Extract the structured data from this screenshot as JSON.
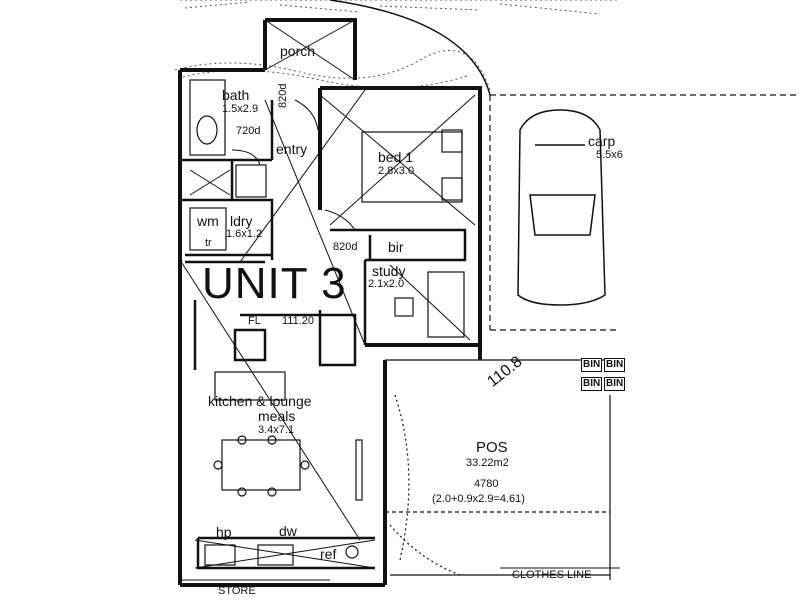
{
  "plan": {
    "unit_title": "UNIT 3",
    "rooms": {
      "porch": "porch",
      "bath": "bath",
      "bath_size": "1.5x2.9",
      "entry": "entry",
      "bed1": "bed 1",
      "bed1_size": "2.8x3.0",
      "wm": "wm",
      "ldry": "ldry",
      "ldry_size": "1.6x1.2",
      "tr": "tr",
      "bir": "bir",
      "study": "study",
      "study_size": "2.1x2.0",
      "kitchen": "kitchen & lounge",
      "meals": "meals",
      "kitchen_size": "3.4x7.1",
      "hp": "hp",
      "dw": "dw",
      "ref": "ref",
      "store": "STORE",
      "carport": "carp",
      "carport_size": "5.5x6",
      "pos": "POS",
      "pos_area": "33.22m2",
      "pos_dim": "4780",
      "pos_calc": "(2.0+0.9x2.9=4.61)",
      "clothes_line": "CLOTHES LINE"
    },
    "door_labels": {
      "d720": "720d",
      "d820a": "820d",
      "d820b": "820d"
    },
    "levels": {
      "fl": "FL",
      "fl_value": "111.20",
      "ground": "110.8"
    },
    "bins": [
      "BIN",
      "BIN",
      "BIN",
      "BIN"
    ]
  }
}
